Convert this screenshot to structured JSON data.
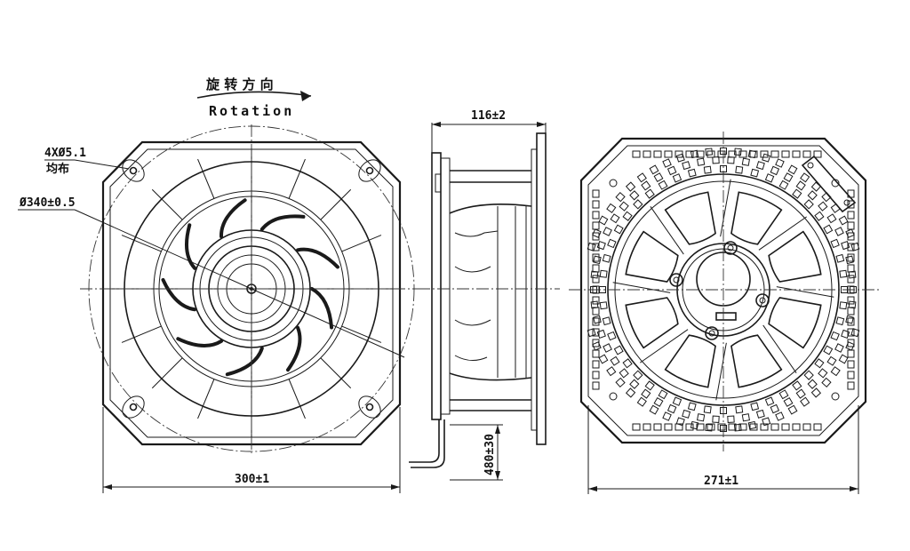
{
  "rotation": {
    "cn": "旋 转 方 向",
    "en": "Rotation"
  },
  "front_view": {
    "hole_note": "4XØ5.1",
    "hole_note2": "均布",
    "diameter_note": "Ø340±0.5",
    "width_dim": "300±1"
  },
  "side_view": {
    "depth_dim": "116±2",
    "cable_dim": "480±30"
  },
  "rear_view": {
    "width_dim": "271±1"
  },
  "colors": {
    "line": "#1a1a1a",
    "background": "#ffffff"
  }
}
